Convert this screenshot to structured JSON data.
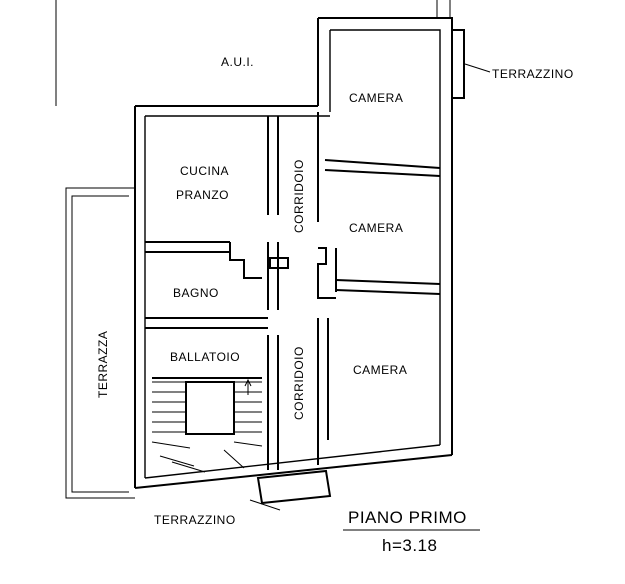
{
  "rooms": {
    "aui": "A.U.I.",
    "camera_1": "CAMERA",
    "camera_2": "CAMERA",
    "camera_3": "CAMERA",
    "cucina": "CUCINA",
    "pranzo": "PRANZO",
    "corridoio_1": "CORRIDOIO",
    "corridoio_2": "CORRIDOIO",
    "bagno": "BAGNO",
    "ballatoio": "BALLATOIO",
    "terrazza": "TERRAZZA"
  },
  "callouts": {
    "terrazzino_top": "TERRAZZINO",
    "terrazzino_bottom": "TERRAZZINO"
  },
  "title_block": {
    "title": "PIANO PRIMO",
    "height": "h=3.18"
  }
}
